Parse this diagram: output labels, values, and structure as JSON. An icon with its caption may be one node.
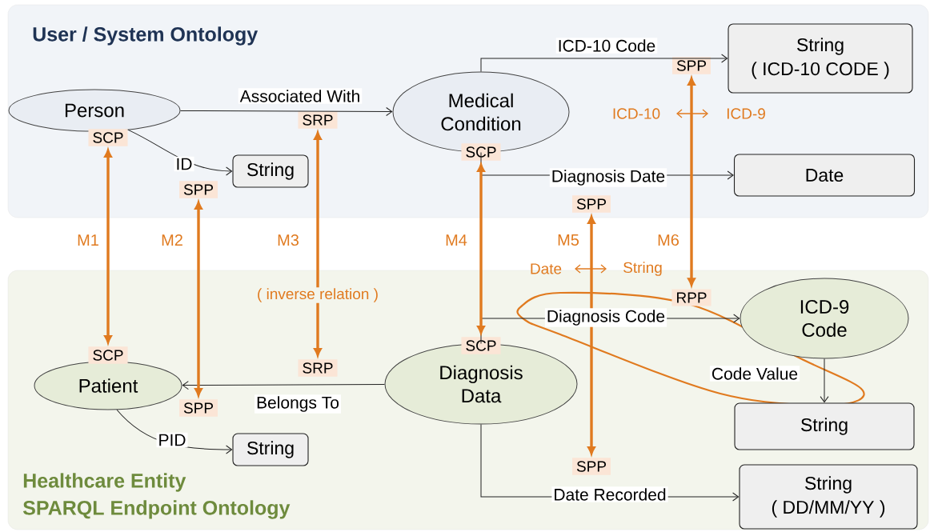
{
  "diagram": {
    "nodes": [
      {
        "text": [
          "User / System Ontology"
        ]
      },
      {
        "text": [
          "Person"
        ],
        "in": 0
      },
      {
        "text": [
          "Medical Condition"
        ],
        "in": 0
      },
      {
        "text": [
          "String"
        ],
        "in": 0
      },
      {
        "text": [
          "String",
          "( ICD-10 CODE )"
        ],
        "in": 0
      },
      {
        "text": [
          "Date"
        ],
        "in": 0
      },
      {
        "text": [
          "Healthcare Entity",
          "SPARQL Endpoint Ontology"
        ]
      },
      {
        "text": [
          "Patient"
        ],
        "in": 6
      },
      {
        "text": [
          "Diagnosis Data"
        ],
        "in": 6
      },
      {
        "text": [
          "ICD-9 Code"
        ],
        "in": 6
      },
      {
        "text": [
          "String"
        ],
        "in": 6
      },
      {
        "text": [
          "String"
        ],
        "in": 6
      },
      {
        "text": [
          "String",
          "( DD/MM/YY )"
        ],
        "in": 6
      },
      {
        "text": [
          "SCP"
        ],
        "in": 0
      },
      {
        "text": [
          "SPP"
        ],
        "in": 0
      },
      {
        "text": [
          "SRP"
        ],
        "in": 0
      },
      {
        "text": [
          "SCP"
        ],
        "in": 0
      },
      {
        "text": [
          "SPP"
        ],
        "in": 0
      },
      {
        "text": [
          "SPP"
        ],
        "in": 0
      },
      {
        "text": [
          "SCP"
        ],
        "in": 6
      },
      {
        "text": [
          "SPP"
        ],
        "in": 6
      },
      {
        "text": [
          "SRP"
        ],
        "in": 6
      },
      {
        "text": [
          "SCP"
        ],
        "in": 6
      },
      {
        "text": [
          "SPP"
        ],
        "in": 6
      },
      {
        "text": [
          "RPP"
        ],
        "in": 6
      }
    ],
    "edges": [
      {
        "from": 1,
        "to": 2,
        "arrow": "to",
        "label": "Associated With"
      },
      {
        "from": 1,
        "to": 3,
        "arrow": "to",
        "label": "ID"
      },
      {
        "from": 2,
        "to": 4,
        "arrow": "to",
        "label": "ICD-10 Code"
      },
      {
        "from": 2,
        "to": 5,
        "arrow": "to",
        "label": "Diagnosis Date"
      },
      {
        "from": 8,
        "to": 7,
        "arrow": "to",
        "label": "Belongs To"
      },
      {
        "from": 7,
        "to": 10,
        "arrow": "to",
        "label": "PID"
      },
      {
        "from": 8,
        "to": 9,
        "arrow": "to",
        "label": "Diagnosis Code"
      },
      {
        "from": 9,
        "to": 11,
        "arrow": "to",
        "label": "Code Value"
      },
      {
        "from": 8,
        "to": 12,
        "arrow": "to",
        "label": "Date Recorded"
      },
      {
        "from": 13,
        "to": 19,
        "arrow": "both",
        "label": "M1",
        "style": "thick",
        "color": "#e07a1f"
      },
      {
        "from": 14,
        "to": 20,
        "arrow": "both",
        "label": "M2",
        "style": "thick",
        "color": "#e07a1f"
      },
      {
        "from": 15,
        "to": 21,
        "arrow": "both",
        "label": "M3",
        "style": "thick",
        "color": "#e07a1f"
      },
      {
        "from": 16,
        "to": 22,
        "arrow": "both",
        "label": "M4",
        "style": "thick",
        "color": "#e07a1f"
      },
      {
        "from": 17,
        "to": 23,
        "arrow": "both",
        "label": "M5",
        "style": "thick",
        "color": "#e07a1f"
      },
      {
        "from": 18,
        "to": 24,
        "arrow": "both",
        "label": "M6",
        "style": "thick",
        "color": "#e07a1f"
      }
    ],
    "labels": [
      "ICD-10",
      "ICD-9",
      "Date",
      "String",
      "( inverse relation )"
    ]
  }
}
